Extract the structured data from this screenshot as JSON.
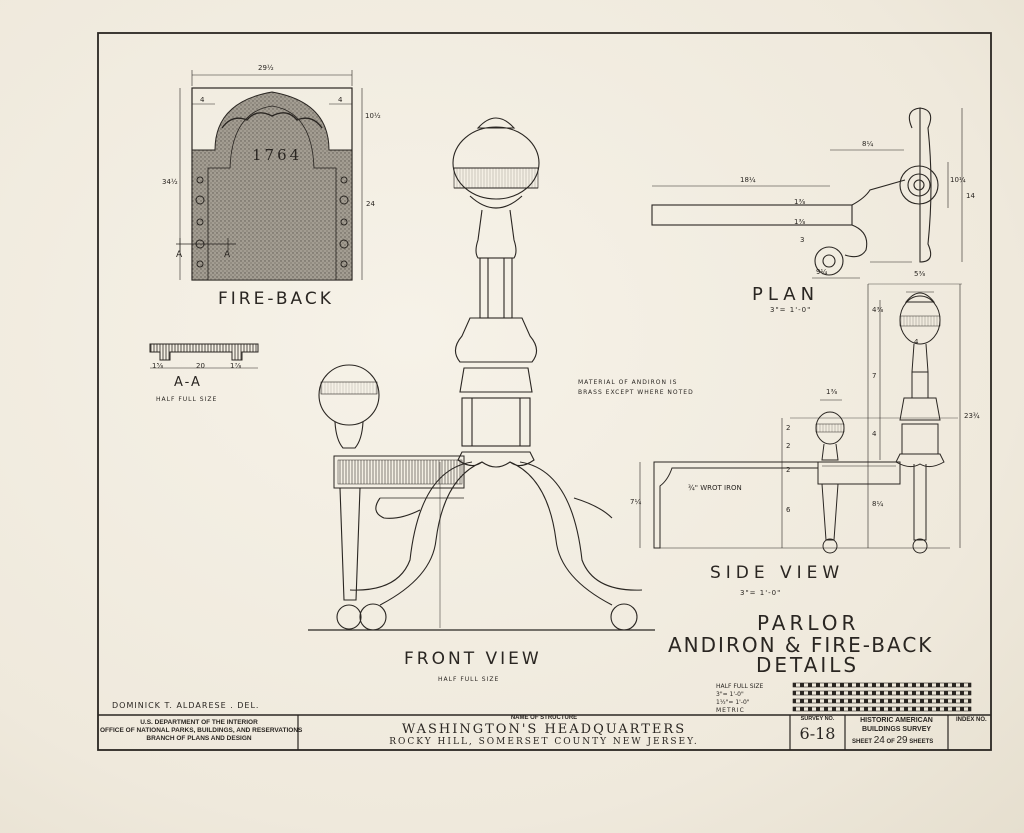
{
  "fireback": {
    "title": "FIRE-BACK",
    "date": "1764",
    "dim_width": "29½",
    "dim_left": "4",
    "dim_right": "4",
    "dim_top": "10½",
    "dim_height": "34½",
    "dim_side": "24",
    "section_mark": "A"
  },
  "section_aa": {
    "title": "A-A",
    "scale": "HALF FULL SIZE",
    "dim_left": "1⅝",
    "dim_mid": "20",
    "dim_right": "1⅞"
  },
  "front_view": {
    "title": "FRONT VIEW",
    "scale": "HALF FULL SIZE"
  },
  "plan_view": {
    "title": "PLAN",
    "scale": "3\"= 1'-0\"",
    "dim_length": "18¼",
    "dim_offset": "8¼",
    "dim_width": "10¼",
    "dim_height": "14",
    "dim_a": "1⅜",
    "dim_b": "1⅜",
    "dim_c": "3",
    "dim_d": "9¼"
  },
  "side_view": {
    "title": "SIDE VIEW",
    "scale": "3\"= 1'-0\"",
    "note_iron": "¾\" WROT IRON",
    "dim_total": "23¾",
    "dim_top": "4⅜",
    "dim_d1": "4",
    "dim_d2": "7",
    "dim_d3": "4",
    "dim_d4": "8¼",
    "dim_left": "7¼",
    "dim_s1": "2",
    "dim_s2": "2",
    "dim_s3": "2",
    "dim_s4": "6",
    "dim_ball": "1⅜",
    "dim_foot": "5⅜"
  },
  "material_note": "MATERIAL OF ANDIRON IS BRASS EXCEPT WHERE NOTED",
  "detail_title": {
    "line1": "PARLOR",
    "line2": "ANDIRON & FIRE-BACK",
    "line3": "DETAILS"
  },
  "scale_notes": {
    "line1": "HALF FULL SIZE",
    "line2": "3\"= 1'-0\"",
    "line3": "1½\"= 1'-0\"",
    "line4": "METRIC"
  },
  "delineator": "DOMINICK T. ALDARESE . DEL.",
  "title_block": {
    "agency_line1": "U.S. DEPARTMENT OF THE INTERIOR",
    "agency_line2": "OFFICE OF NATIONAL PARKS, BUILDINGS, AND RESERVATIONS",
    "agency_line3": "BRANCH OF PLANS AND DESIGN",
    "name_label": "NAME OF STRUCTURE",
    "structure_name": "WASHINGTON'S HEADQUARTERS",
    "location": "ROCKY HILL, SOMERSET COUNTY NEW JERSEY.",
    "survey_label": "SURVEY NO.",
    "survey_no": "6-18",
    "habs_line1": "HISTORIC AMERICAN",
    "habs_line2": "BUILDINGS SURVEY",
    "sheet_prefix": "SHEET",
    "sheet_no": "24",
    "sheet_of": "OF",
    "sheet_total": "29",
    "sheet_suffix": "SHEETS",
    "index_label": "INDEX NO."
  },
  "colors": {
    "paper": "#f1ece0",
    "ink": "#2a2622",
    "stipple": "#7c766d"
  }
}
